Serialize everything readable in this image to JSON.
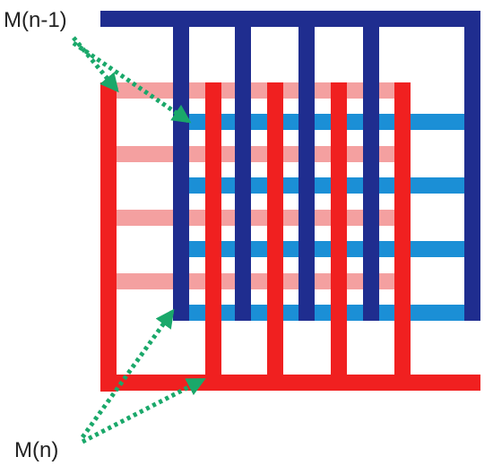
{
  "labels": {
    "upper_metal": "M(n-1)",
    "lower_metal": "M(n)"
  },
  "colors": {
    "dark_blue": "#1f2d8f",
    "light_blue": "#1b8fd6",
    "red": "#f02020",
    "pink": "#f4a0a0",
    "arrow_green": "#1aa86a",
    "text": "#222222"
  },
  "icons": {
    "arrowhead": "triangle-arrowhead",
    "pointer_line": "dotted-line"
  }
}
